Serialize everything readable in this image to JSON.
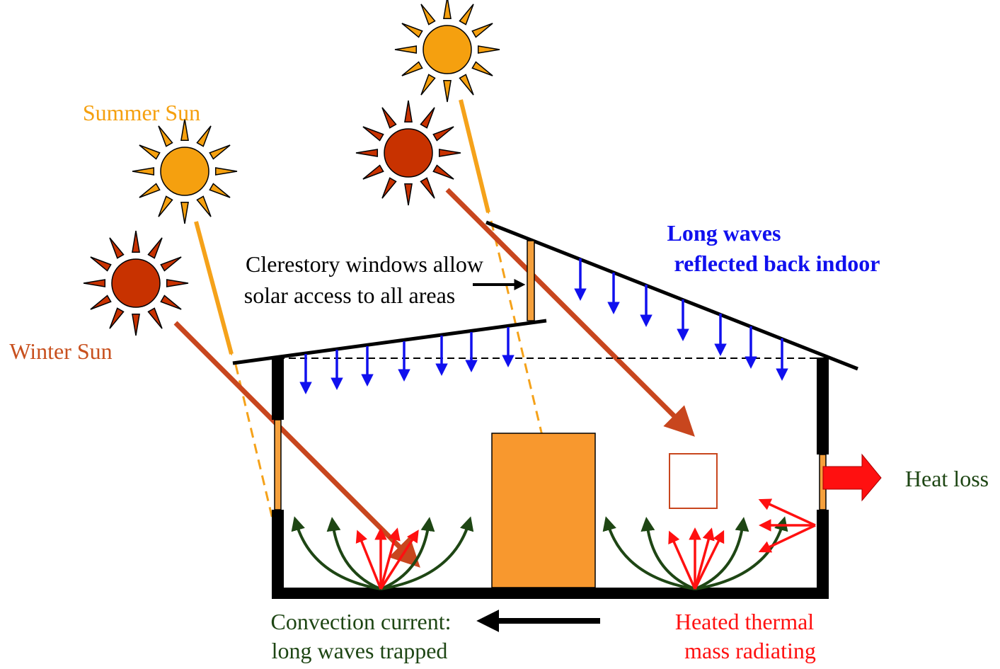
{
  "labels": {
    "summer_sun": "Summer Sun",
    "winter_sun": "Winter Sun",
    "clerestory_line1": "Clerestory windows allow",
    "clerestory_line2": "solar access to all areas",
    "long_waves_line1": "Long waves",
    "long_waves_line2": "reflected back indoor",
    "heat_loss": "Heat loss",
    "convection_line1": "Convection current:",
    "convection_line2": "long waves trapped",
    "thermal_line1": "Heated thermal",
    "thermal_line2": "mass radiating"
  },
  "colors": {
    "summer_sun": "#f5a00f",
    "summer_text": "#f5a00f",
    "winter_sun": "#c83200",
    "winter_text": "#c8501e",
    "summer_ray": "#f5a21a",
    "winter_ray": "#c8461e",
    "window": "#f5a03c",
    "thermal_mass": "#f8982e",
    "long_wave_arrow": "#1010ee",
    "convection": "#1e4614",
    "radiation": "#ff1010",
    "heat_loss_arrow": "#ff1010",
    "wall": "#000000"
  },
  "icons": {
    "sun": "sun-icon",
    "heat_loss_arrow": "heat-loss-arrow-icon"
  }
}
